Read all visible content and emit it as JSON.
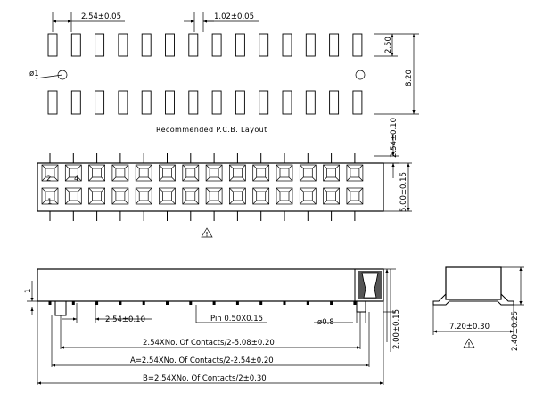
{
  "pcb_layout": {
    "caption": "Recommended P.C.B. Layout",
    "pitch_label": "2.54±0.05",
    "pad_width_label": "1.02±0.05",
    "pad_length_label": "2.50",
    "row_span_label": "8.20",
    "hole_label": "ø1",
    "pad_columns": 14,
    "pad_rows": 2
  },
  "top_view": {
    "pin_pitch_label": "2.54±0.10",
    "row_span_label": "5.00±0.15",
    "pin1_label": "1",
    "pin2_label": "2",
    "pin4_label": "4",
    "warning_icon": "warning-triangle-icon",
    "positions": 14
  },
  "side_view": {
    "standoff_label": "1",
    "pitch_label": "2.54±0.10",
    "pin_size_label": "Pin  0.50X0.15",
    "peg_label": "ø0.8",
    "height_label": "2.00±0.15",
    "dim_contacts_label": "2.54XNo. Of Contacts/2-5.08±0.20",
    "dim_a_label": "A=2.54XNo. Of Contacts/2-2.54±0.20",
    "dim_b_label": "B=2.54XNo. Of Contacts/2±0.30"
  },
  "end_view": {
    "width_label": "7.20±0.30",
    "height_label": "2.40±0.25",
    "warning_icon": "warning-triangle-icon"
  }
}
